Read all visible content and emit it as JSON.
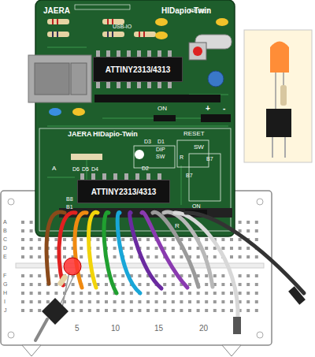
{
  "diagram": {
    "nodes": [
      {
        "text": [
          "ATTINY2313/4313"
        ]
      },
      {
        "text": [
          "ATTINY2313/4313"
        ]
      }
    ],
    "labels": [
      "JAERA",
      "HIDapio-Twin",
      "USB-IO",
      "RESET",
      "ON",
      "+",
      "-",
      "JAERA",
      "HIDapio-Twin",
      "RESET",
      "D3",
      "D1",
      "DIP",
      "SW",
      "SW",
      "R",
      "D2",
      "D6",
      "D5",
      "D4",
      "A",
      "B7",
      "B7",
      "B8",
      "B1",
      "ON",
      "R",
      "A",
      "B",
      "C",
      "D",
      "E",
      "F",
      "G",
      "H",
      "I",
      "J",
      "5",
      "10",
      "15",
      "20"
    ]
  }
}
